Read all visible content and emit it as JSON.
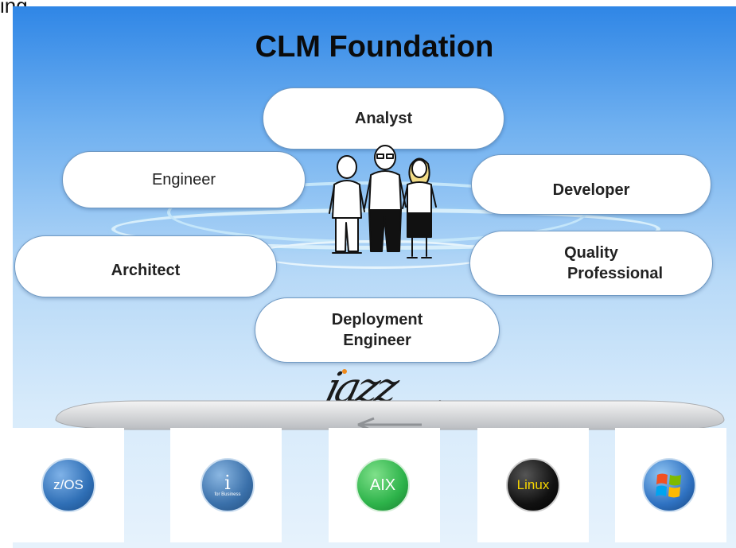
{
  "corner_text": "ing",
  "title": "CLM Foundation",
  "roles": {
    "analyst": "Analyst",
    "engineer": "Engineer",
    "developer": "Developer",
    "architect": "Architect",
    "quality_line1": "Quality",
    "quality_line2": "Professional",
    "deployment_line1": "Deployment",
    "deployment_line2": "Engineer"
  },
  "brand": "jazz",
  "brand_mark": "®",
  "platforms": {
    "zos": "z/OS",
    "ibmi_symbol": "i",
    "ibmi_caption": "for Business",
    "aix": "AIX",
    "linux": "Linux",
    "windows": "windows-logo-icon"
  },
  "colors": {
    "panel_top": "#2f86e6",
    "panel_bottom": "#e6f2fc",
    "pill_border": "#6f99c3",
    "aix_green": "#2db34a",
    "zos_blue": "#2f6fb6",
    "linux_black": "#111111",
    "linux_yellow": "#f5d400"
  }
}
